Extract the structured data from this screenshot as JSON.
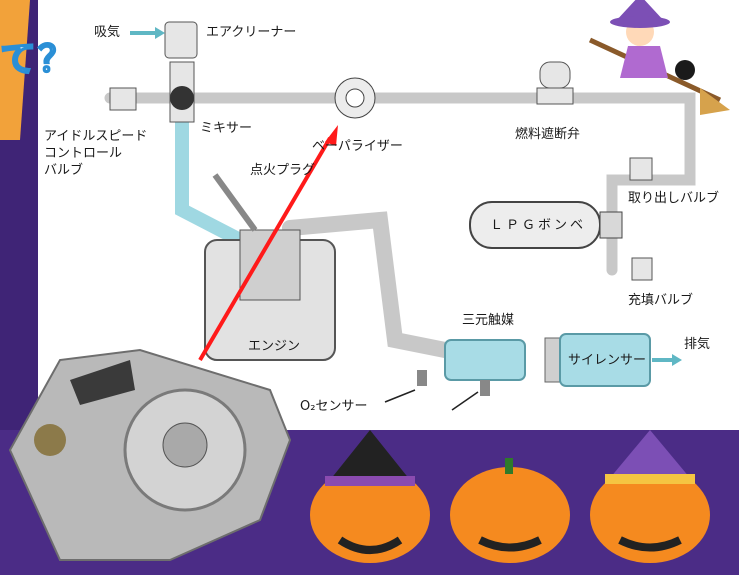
{
  "banner_text": "て？",
  "labels": {
    "intake": "吸気",
    "air_cleaner": "エアクリーナー",
    "idle_valve": "アイドルスピード\nコントロール\nバルブ",
    "mixer": "ミキサー",
    "vaporizer": "ベーパライザー",
    "fuel_cutoff": "燃料遮断弁",
    "spark_plug": "点火プラグ",
    "lpg_tank": "ＬＰＧボンベ",
    "outlet_valve": "取り出しバルブ",
    "fill_valve": "充填バルブ",
    "three_way_catalyst": "三元触媒",
    "exhaust": "排気",
    "silencer": "サイレンサー",
    "engine": "エンジン",
    "o2_sensor": "O₂センサー"
  },
  "colors": {
    "background": "#4b2c86",
    "diagram_bg": "#ffffff",
    "pipe_gray": "#c8c8c8",
    "pipe_blue": "#9fd8e2",
    "arrow_red": "#ff1a1a",
    "pumpkin": "#f58a1f",
    "hat_purple": "#7c4fb5"
  },
  "icons": [
    "witch-on-broom-icon",
    "pumpkin-icon",
    "vaporizer-photo"
  ]
}
